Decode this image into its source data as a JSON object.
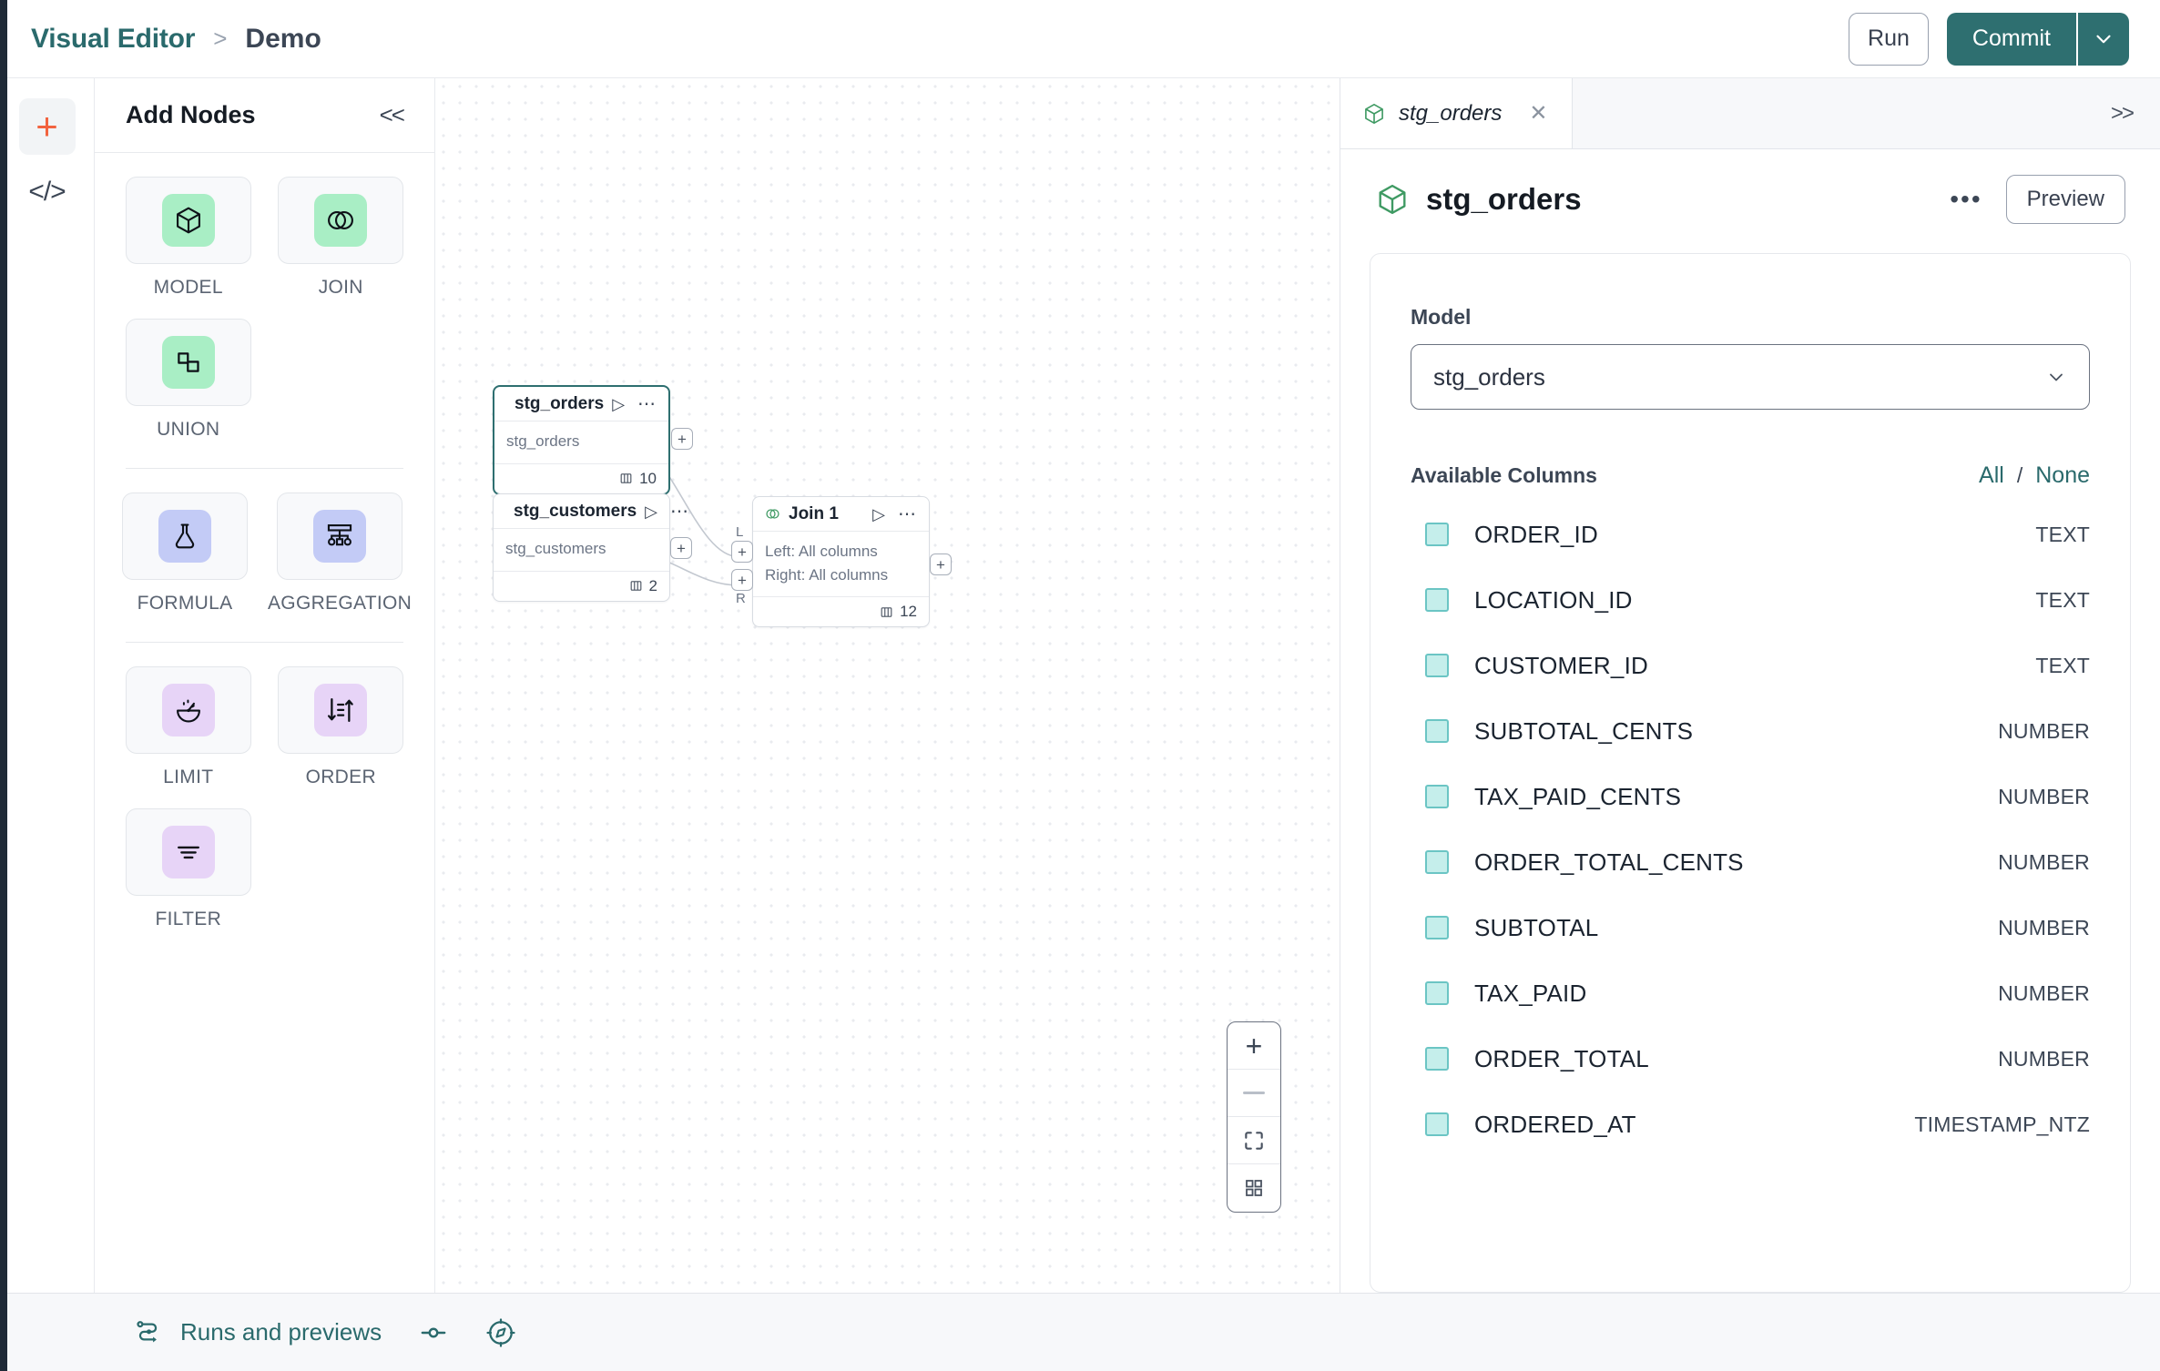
{
  "topbar": {
    "breadcrumb_root": "Visual Editor",
    "breadcrumb_sep": ">",
    "breadcrumb_leaf": "Demo",
    "run_label": "Run",
    "commit_label": "Commit",
    "commit_caret_icon": "chevron-down-icon"
  },
  "rail": {
    "add_icon": "plus-icon",
    "code_icon": "code-brackets-icon"
  },
  "palette": {
    "title": "Add Nodes",
    "collapse_label": "<<",
    "groups": [
      {
        "items": [
          {
            "label": "MODEL",
            "icon": "cube-icon",
            "swatch": "sw-green"
          },
          {
            "label": "JOIN",
            "icon": "venn-icon",
            "swatch": "sw-green"
          },
          {
            "label": "UNION",
            "icon": "union-shapes-icon",
            "swatch": "sw-green"
          }
        ]
      },
      {
        "items": [
          {
            "label": "FORMULA",
            "icon": "flask-icon",
            "swatch": "sw-blue"
          },
          {
            "label": "AGGREGATION",
            "icon": "aggregation-tree-icon",
            "swatch": "sw-blue"
          }
        ]
      },
      {
        "items": [
          {
            "label": "LIMIT",
            "icon": "limit-gauge-icon",
            "swatch": "sw-purple"
          },
          {
            "label": "ORDER",
            "icon": "sort-arrows-icon",
            "swatch": "sw-purple"
          },
          {
            "label": "FILTER",
            "icon": "filter-lines-icon",
            "swatch": "sw-purple"
          }
        ]
      }
    ]
  },
  "canvas": {
    "nodes": [
      {
        "id": "stg_orders",
        "title": "stg_orders",
        "icon": "cube-icon",
        "body_lines": [
          "stg_orders"
        ],
        "columns_count": "10",
        "selected": true
      },
      {
        "id": "stg_customers",
        "title": "stg_customers",
        "icon": "cube-icon",
        "body_lines": [
          "stg_customers"
        ],
        "columns_count": "2",
        "selected": false
      },
      {
        "id": "join_1",
        "title": "Join 1",
        "icon": "venn-icon",
        "body_lines": [
          "Left: All columns",
          "Right: All columns"
        ],
        "columns_count": "12",
        "selected": false
      }
    ],
    "port_symbol": "+",
    "port_tag_left": "L",
    "port_tag_right": "R",
    "zoom_controls": [
      {
        "name": "zoom-in",
        "icon": "plus-icon"
      },
      {
        "name": "zoom-out",
        "icon": "minus-icon"
      },
      {
        "name": "fit-view",
        "icon": "fit-screen-icon"
      },
      {
        "name": "toggle-minimap",
        "icon": "grid-squares-icon"
      }
    ]
  },
  "inspector": {
    "tab_label": "stg_orders",
    "tab_icon": "cube-icon",
    "tab_close_icon": "close-icon",
    "expand_label": ">>",
    "title": "stg_orders",
    "title_icon": "cube-icon",
    "more_label": "•••",
    "preview_label": "Preview",
    "model_field_label": "Model",
    "model_value": "stg_orders",
    "model_caret_icon": "chevron-down-icon",
    "columns_heading": "Available Columns",
    "select_all_label": "All",
    "select_divider": "/",
    "select_none_label": "None",
    "columns": [
      {
        "name": "ORDER_ID",
        "type": "TEXT",
        "checked": true
      },
      {
        "name": "LOCATION_ID",
        "type": "TEXT",
        "checked": true
      },
      {
        "name": "CUSTOMER_ID",
        "type": "TEXT",
        "checked": true
      },
      {
        "name": "SUBTOTAL_CENTS",
        "type": "NUMBER",
        "checked": true
      },
      {
        "name": "TAX_PAID_CENTS",
        "type": "NUMBER",
        "checked": true
      },
      {
        "name": "ORDER_TOTAL_CENTS",
        "type": "NUMBER",
        "checked": true
      },
      {
        "name": "SUBTOTAL",
        "type": "NUMBER",
        "checked": true
      },
      {
        "name": "TAX_PAID",
        "type": "NUMBER",
        "checked": true
      },
      {
        "name": "ORDER_TOTAL",
        "type": "NUMBER",
        "checked": true
      },
      {
        "name": "ORDERED_AT",
        "type": "TIMESTAMP_NTZ",
        "checked": true
      }
    ]
  },
  "bottombar": {
    "runs_label": "Runs and previews",
    "runs_icon": "runs-flow-icon",
    "toggle_icon": "slider-toggle-icon",
    "compass_icon": "compass-icon"
  },
  "colors": {
    "brand_teal": "#2e6f70",
    "accent_orange": "#f2633f",
    "node_green": "#a9eec5",
    "node_blue": "#c3cbf6",
    "node_purple": "#e7d4f7",
    "checkbox_fill": "#c5eeeb"
  }
}
